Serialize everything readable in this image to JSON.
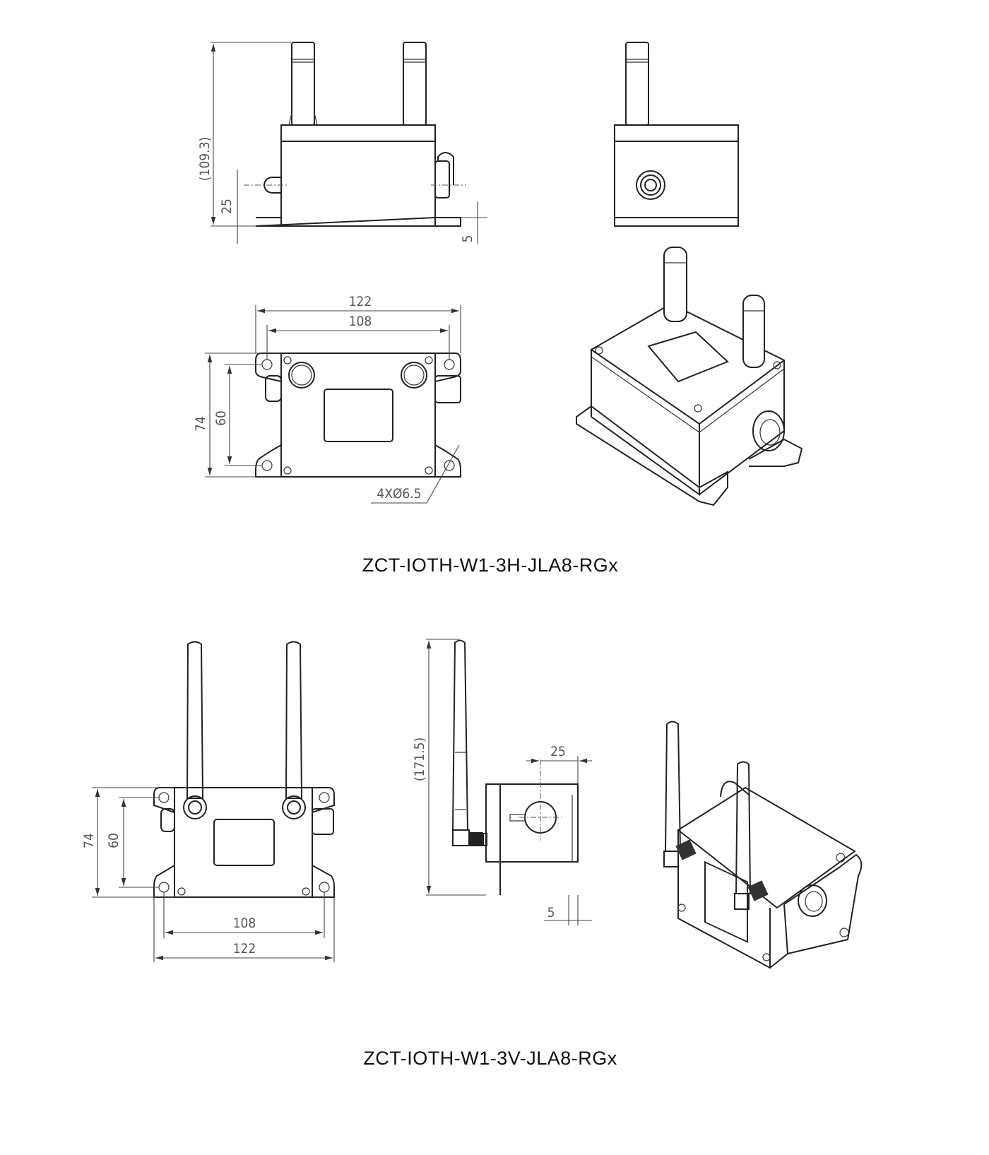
{
  "models": [
    {
      "title": "ZCT-IOTH-W1-3H-JLA8-RGx",
      "dimensions": {
        "height": "(109.3)",
        "connector_height": "25",
        "flange": "5",
        "overall_width": "122",
        "hole_spacing_x": "108",
        "overall_depth": "74",
        "hole_spacing_y": "60",
        "holes": "4XØ6.5"
      }
    },
    {
      "title": "ZCT-IOTH-W1-3V-JLA8-RGx",
      "dimensions": {
        "overall_depth": "74",
        "hole_spacing_y": "60",
        "hole_spacing_x": "108",
        "overall_width": "122",
        "height": "(171.5)",
        "connector_offset": "25",
        "flange": "5"
      }
    }
  ]
}
